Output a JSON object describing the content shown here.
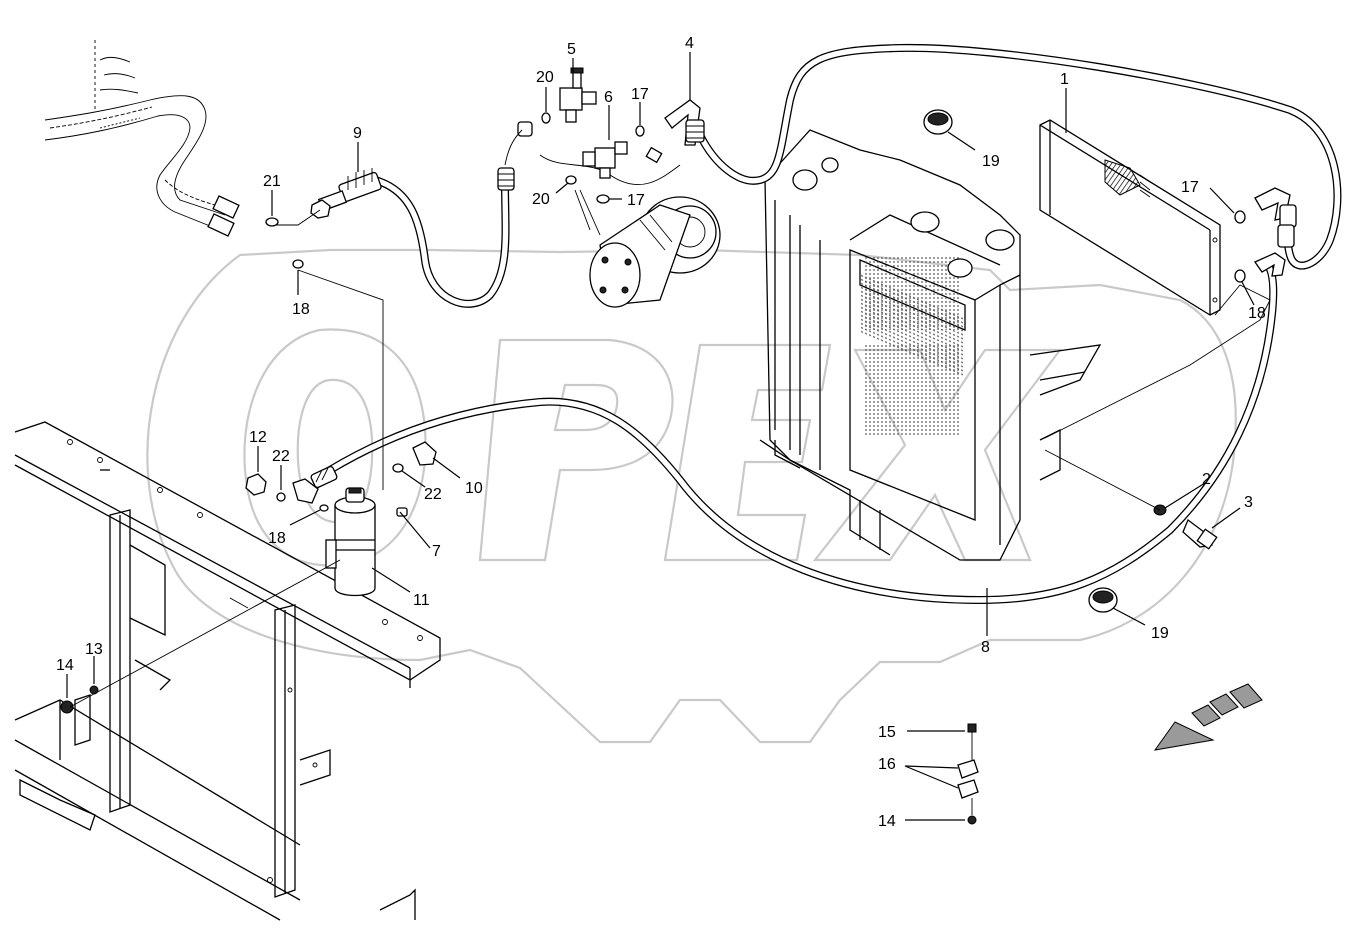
{
  "corner_mark": "",
  "callouts": [
    {
      "id": "c1",
      "text": "1"
    },
    {
      "id": "c2",
      "text": "2"
    },
    {
      "id": "c3",
      "text": "3"
    },
    {
      "id": "c4",
      "text": "4"
    },
    {
      "id": "c5",
      "text": "5"
    },
    {
      "id": "c6",
      "text": "6"
    },
    {
      "id": "c7",
      "text": "7"
    },
    {
      "id": "c8",
      "text": "8"
    },
    {
      "id": "c9",
      "text": "9"
    },
    {
      "id": "c10",
      "text": "10"
    },
    {
      "id": "c11",
      "text": "11"
    },
    {
      "id": "c12",
      "text": "12"
    },
    {
      "id": "c13",
      "text": "13"
    },
    {
      "id": "c14a",
      "text": "14"
    },
    {
      "id": "c14b",
      "text": "14"
    },
    {
      "id": "c15",
      "text": "15"
    },
    {
      "id": "c16",
      "text": "16"
    },
    {
      "id": "c17a",
      "text": "17"
    },
    {
      "id": "c17b",
      "text": "17"
    },
    {
      "id": "c17c",
      "text": "17"
    },
    {
      "id": "c18a",
      "text": "18"
    },
    {
      "id": "c18b",
      "text": "18"
    },
    {
      "id": "c18c",
      "text": "18"
    },
    {
      "id": "c19a",
      "text": "19"
    },
    {
      "id": "c19b",
      "text": "19"
    },
    {
      "id": "c20a",
      "text": "20"
    },
    {
      "id": "c20b",
      "text": "20"
    },
    {
      "id": "c21",
      "text": "21"
    },
    {
      "id": "c22a",
      "text": "22"
    },
    {
      "id": "c22b",
      "text": "22"
    }
  ],
  "watermark": {
    "text": "OPEX",
    "color": "#c9c9c9"
  },
  "colors": {
    "line": "#000000",
    "background": "#ffffff",
    "arrow_fill": "#9a9a9a"
  }
}
